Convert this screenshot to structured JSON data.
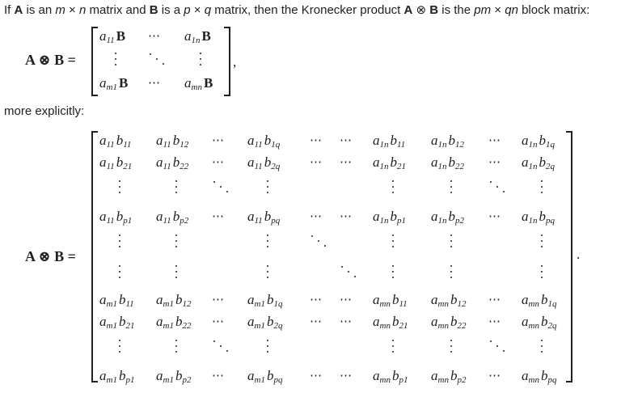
{
  "intro": {
    "parts": [
      "If ",
      "A",
      " is an ",
      "m",
      " × ",
      "n",
      " matrix and ",
      "B",
      " is a ",
      "p",
      " × ",
      "q",
      " matrix, then the Kronecker product ",
      "A",
      " ⊗ ",
      "B",
      " is the ",
      "pm",
      " × ",
      "qn",
      " block matrix:"
    ]
  },
  "block_matrix": {
    "lhs": "A ⊗ B =",
    "trailing_punctuation": ",",
    "rows": [
      [
        {
          "a": "a",
          "sub": "11",
          "tail": "B"
        },
        "⋯",
        {
          "a": "a",
          "sub": "1n",
          "tail": "B"
        }
      ],
      [
        "⋮",
        "⋱",
        "⋮"
      ],
      [
        {
          "a": "a",
          "sub": "m1",
          "tail": "B"
        },
        "⋯",
        {
          "a": "a",
          "sub": "mn",
          "tail": "B"
        }
      ]
    ]
  },
  "explicit_label": "more explicitly:",
  "explicit_matrix": {
    "lhs": "A ⊗ B =",
    "trailing_punctuation": ".",
    "rows": [
      [
        "a11 b11",
        "a11 b12",
        "⋯",
        "a11 b1q",
        "⋯",
        "⋯",
        "a1n b11",
        "a1n b12",
        "⋯",
        "a1n b1q"
      ],
      [
        "a11 b21",
        "a11 b22",
        "⋯",
        "a11 b2q",
        "⋯",
        "⋯",
        "a1n b21",
        "a1n b22",
        "⋯",
        "a1n b2q"
      ],
      [
        "⋮",
        "⋮",
        "⋱",
        "⋮",
        "",
        "",
        "⋮",
        "⋮",
        "⋱",
        "⋮"
      ],
      [
        "a11 bp1",
        "a11 bp2",
        "⋯",
        "a11 bpq",
        "⋯",
        "⋯",
        "a1n bp1",
        "a1n bp2",
        "⋯",
        "a1n bpq"
      ],
      [
        "⋮",
        "⋮",
        "",
        "⋮",
        "⋱",
        "",
        "⋮",
        "⋮",
        "",
        "⋮"
      ],
      [
        "⋮",
        "⋮",
        "",
        "⋮",
        "",
        "⋱",
        "⋮",
        "⋮",
        "",
        "⋮"
      ],
      [
        "am1 b11",
        "am1 b12",
        "⋯",
        "am1 b1q",
        "⋯",
        "⋯",
        "amn b11",
        "amn b12",
        "⋯",
        "amn b1q"
      ],
      [
        "am1 b21",
        "am1 b22",
        "⋯",
        "am1 b2q",
        "⋯",
        "⋯",
        "amn b21",
        "amn b22",
        "⋯",
        "amn b2q"
      ],
      [
        "⋮",
        "⋮",
        "⋱",
        "⋮",
        "",
        "",
        "⋮",
        "⋮",
        "⋱",
        "⋮"
      ],
      [
        "am1 bp1",
        "am1 bp2",
        "⋯",
        "am1 bpq",
        "⋯",
        "⋯",
        "amn bp1",
        "amn bp2",
        "⋯",
        "amn bpq"
      ]
    ]
  }
}
